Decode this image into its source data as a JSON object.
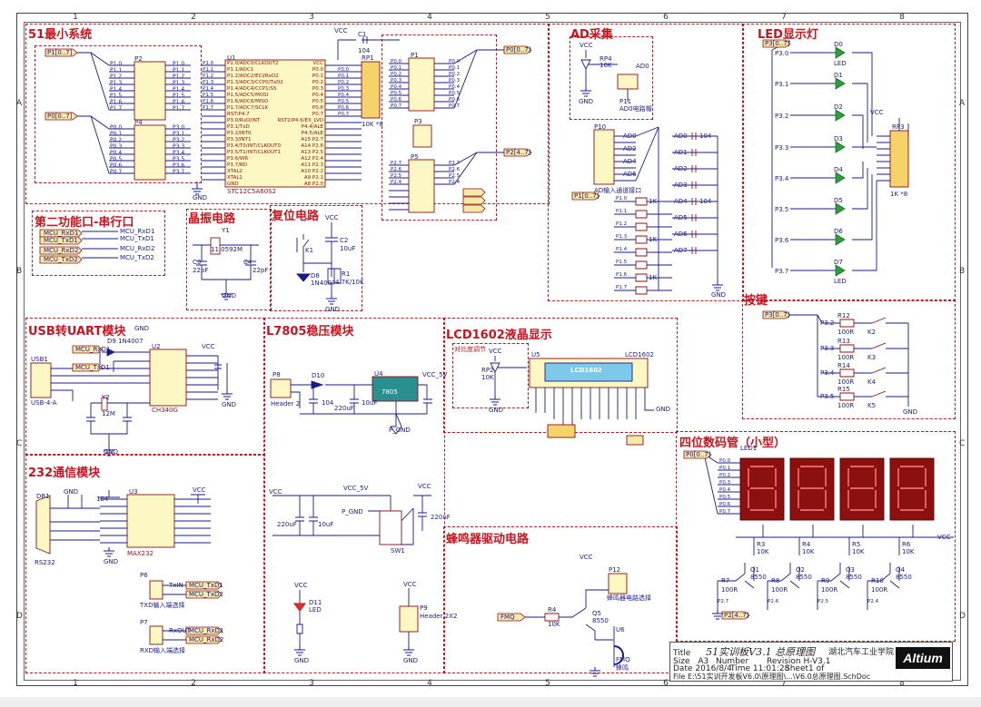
{
  "zones_top": [
    "1",
    "2",
    "3",
    "4",
    "5",
    "6",
    "7",
    "8"
  ],
  "zones_side": [
    "A",
    "B",
    "C",
    "D"
  ],
  "sections": {
    "min_system": "51最小系统",
    "serial2": "第二功能口-串行口",
    "crystal": "晶振电路",
    "reset": "复位电路",
    "ad": "AD采集",
    "led": "LED显示灯",
    "keys": "按键",
    "usb_uart": "USB转UART模块",
    "l7805": "L7805稳压模块",
    "lcd": "LCD1602液晶显示",
    "seg7": "四位数码管（小型）",
    "rs232": "232通信模块",
    "buzzer": "蜂鸣器驱动电路"
  },
  "labels": {
    "p1_port": "P1[0..7]",
    "p0_port": "P0[0..7]",
    "p2_port": "P2[4..7]",
    "p3_port": "P3[0..7]",
    "mcu_chip": "STC12C5A60S2",
    "mcu_u": "U1",
    "rp1": "RP1",
    "rp1_val": "10K *8",
    "rp3": "RP3",
    "rp3_val": "1K *8",
    "vcc": "VCC",
    "gnd": "GND",
    "ch340": "CH340G",
    "u2": "U2",
    "max232": "MAX232",
    "u3": "U3",
    "u4_chip": "7805",
    "u4": "U4",
    "lcd_u": "U5",
    "lcd_name": "LCD1602",
    "lcd_screen": "LCD1602",
    "usb_name": "USB-4-A",
    "usb_j": "USB1",
    "db9": "DB1",
    "db9_name": "RS232",
    "d9": "D9 1N4007",
    "d10": "D10",
    "d11": "D11",
    "led_text": "LED",
    "sw1": "SW1",
    "p8": "P8",
    "header2": "Header 2",
    "p9": "P9",
    "header2x2": "Header 2X2",
    "p11": "P11",
    "ad_header": "AD0电路帽",
    "p12": "P12",
    "buzzer_header": "蜂鸣器电路选择",
    "buzzer_name": "蜂鸣",
    "u6": "U6",
    "q5": "Q5",
    "s8550": "8550",
    "fmq": "FMQ",
    "led1": "LED1",
    "key_k2": "K2",
    "key_k3": "K3",
    "key_k4": "K4",
    "key_k5": "K5",
    "k1": "K1",
    "y1": "Y1",
    "y1_val": "11.0592M",
    "y2": "Y2",
    "y2_val": "12M",
    "c3": "C3",
    "c4": "C4",
    "c22pf": "22pF",
    "r1": "R1",
    "r1_val": "4.7K/10K",
    "d8": "D8",
    "d8_val": "1N4007",
    "rp4": "RP4",
    "rp4_val": "10K",
    "ad0": "AD0",
    "rp2": "RP2",
    "rp2_val": "10K",
    "contrast": "对比度调节",
    "vcc5v": "VCC_5V",
    "pgnd": "P_GND",
    "mcu_rxd1": "MCU_RxD1",
    "mcu_txd1": "MCU_TxD1",
    "mcu_rxd2": "MCU_RxD2",
    "mcu_txd2": "MCU_TxD2",
    "txd_sel": "TXD输入端选择",
    "rxd_sel": "RXD输入端选择",
    "p6": "P6",
    "p7": "P7",
    "p10": "P10",
    "p10_label": "AD输入通道接口",
    "txin": "TxIN",
    "rxout": "RxOUT",
    "c1": "C1",
    "c1_val": "104",
    "p2_conn": "P2",
    "p4_conn": "P4",
    "p1_conn": "P1",
    "p3_conn": "P3",
    "p5_conn": "P5",
    "c2": "C2",
    "c2_val": "10uF",
    "r4": "R4",
    "ad_fillers": [
      "AD0",
      "AD1",
      "AD2",
      "AD3",
      "AD4",
      "AD5",
      "AD6",
      "AD7"
    ],
    "p1_pins": [
      "P1.0",
      "P1.1",
      "P1.2",
      "P1.3",
      "P1.4",
      "P1.5",
      "P1.6",
      "P1.7"
    ],
    "p0_pins": [
      "P0.0",
      "P0.1",
      "P0.2",
      "P0.3",
      "P0.4",
      "P0.5",
      "P0.6",
      "P0.7"
    ],
    "p3_pins": [
      "P3.0",
      "P3.1",
      "P3.2",
      "P3.3",
      "P3.4",
      "P3.5",
      "P3.6",
      "P3.7"
    ],
    "p2_pins": [
      "P2.7",
      "P2.6",
      "P2.5",
      "P2.4"
    ],
    "mcu_left_pins": [
      "P1.0/ADC0/CLKOUT2",
      "P1.1/ADC1",
      "P1.2/ADC2/ECI/RxD2",
      "P1.3/ADC3/CCP0/TxD2",
      "P1.4/ADC4/CCP1/SS",
      "P1.5/ADC5/MOSI",
      "P1.6/ADC6/MISO",
      "P1.7/ADC7/SCLK",
      "RST/P4.7",
      "P3.0/RxD/INT",
      "P3.1/TxD",
      "P3.2/INT0",
      "P3.3/INT1",
      "P3.4/T0/INT/CLKOUT0",
      "P3.5/T1/INT/CLKOUT1",
      "P3.6/WR",
      "P3.7/RD",
      "XTAL2",
      "XTAL1",
      "GND"
    ],
    "mcu_right_pins": [
      "VCC",
      "P0.0",
      "P0.1",
      "P0.2",
      "P0.3",
      "P0.4",
      "P0.5",
      "P0.6",
      "P0.7",
      "RST2/P4.6/EX_LVD",
      "P4.4/ALE",
      "P4.5/ALE",
      "A15 P2.7",
      "A14 P2.6",
      "A13 P2.5",
      "A12 P2.4",
      "A11 P2.3",
      "A10 P2.2",
      "A9 P2.1",
      "A8 P2.0"
    ],
    "led_names": [
      "D0",
      "D1",
      "D2",
      "D3",
      "D4",
      "D5",
      "D6",
      "D7"
    ],
    "key_resistors": [
      "R12",
      "R13",
      "R14",
      "R15"
    ],
    "r100": "100R",
    "seg_r": [
      "R3",
      "R4",
      "R5",
      "R6"
    ],
    "seg_q": [
      "Q1",
      "Q2",
      "Q3",
      "Q4"
    ],
    "seg_rb": [
      "R7",
      "R8",
      "R9",
      "R10"
    ],
    "r10k": "10K",
    "r1k": "1K",
    "c104": "104",
    "c220uf": "220uF",
    "c10uf": "10uF"
  },
  "title_block": {
    "title_label": "Title",
    "title": "51实训板V3.1 总原理图",
    "size_label": "Size",
    "size": "A3",
    "number_label": "Number",
    "revision_label": "Revision",
    "revision": "H-V3.1",
    "date_label": "Date",
    "date": "2016/8/4",
    "time_label": "Time",
    "time": "11:01:28",
    "sheet_label": "Sheet",
    "sheet": "1",
    "of_label": "of",
    "file_label": "File",
    "file": "E:\\51实训开发板V6.0\\原理图\\...\\V6.0总原理图.SchDoc",
    "school": "湖北汽车工业学院",
    "brand": "Altium"
  },
  "colors": {
    "section_border": "#c8141e",
    "wire": "#1a1a8c",
    "component": "#8c1010",
    "component_fill": "#fdf7c4",
    "led_green": "#2e9e3a",
    "lcd_screen": "#7ec8ea",
    "regulator_fill": "#2a8f8f",
    "rp_fill": "#f6d36a",
    "port_fill": "#f6e9a6"
  }
}
